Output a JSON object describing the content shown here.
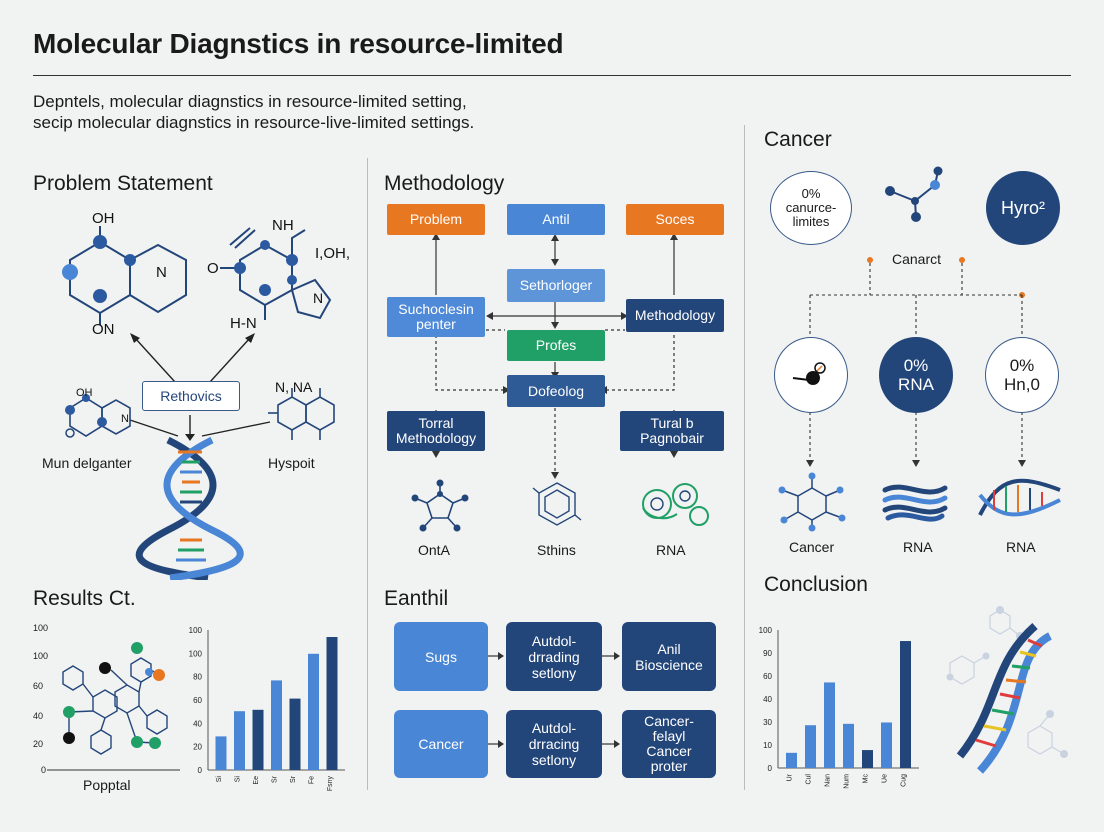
{
  "title": "Molecular Diagnstics in resource-limited",
  "subtitle": [
    "Depntels, molecular diagnstics in resource-limited setting,",
    "secip molecular diagnstics in resource-live-limited settings."
  ],
  "colors": {
    "orange": "#e87722",
    "blue": "#4a86d6",
    "navy": "#23467a",
    "green": "#20a067"
  },
  "problem": {
    "heading": "Problem Statement",
    "mol1": {
      "top": "OH",
      "bottom": "ON",
      "right": "N"
    },
    "mol2": {
      "nh": "NH",
      "oh": "I,OH,",
      "o": "O",
      "hn": "H-N",
      "n": "N"
    },
    "center_box": "Rethovics",
    "mol3_top": "OH",
    "mol3_right": "N",
    "mol4_top": "N, NA",
    "left_label": "Mun delganter",
    "right_label": "Hyspoit"
  },
  "methodology": {
    "heading": "Methodology",
    "box_problem": "Problem",
    "box_antil": "Antil",
    "box_soces": "Soces",
    "box_sethorloger": "Sethorloger",
    "box_suchoclesin": [
      "Suchoclesin",
      "penter"
    ],
    "box_methodology": "Methodology",
    "box_profes": "Profes",
    "box_dofeolog": "Dofeolog",
    "box_torral": [
      "Torral",
      "Methodology"
    ],
    "box_turalb": [
      "Tural b",
      "Pagnobair"
    ],
    "icon_labels": [
      "OntA",
      "Sthins",
      "RNA"
    ]
  },
  "cancer": {
    "heading": "Cancer",
    "circle1": [
      "0%",
      "canurce-",
      "limites"
    ],
    "circle3": "Hyro²",
    "canarct": "Canarct",
    "circle_mid": [
      "0%",
      "RNA"
    ],
    "circle_right": [
      "0%",
      "Hn,0"
    ],
    "icon_labels": [
      "Cancer",
      "RNA",
      "RNA"
    ]
  },
  "results": {
    "heading": "Results Ct.",
    "left_ticks": [
      "100",
      "100",
      "60",
      "40",
      "20",
      "0"
    ],
    "left_label": "Popptal"
  },
  "eanthil": {
    "heading": "Eanthil",
    "box_sugs": "Sugs",
    "box_autdol1": [
      "Autdol-",
      "drrading",
      "setlony"
    ],
    "box_anil": [
      "Anil",
      "Bioscience"
    ],
    "box_cancer": "Cancer",
    "box_autdol2": [
      "Autdol-",
      "drracing",
      "setlony"
    ],
    "box_cancer2": [
      "Cancer-",
      "felayl",
      "Cancer",
      "proter"
    ]
  },
  "conclusion": {
    "heading": "Conclusion"
  },
  "chart_data": [
    {
      "type": "bar",
      "categories": [
        "Si",
        "Si",
        "Ee",
        "Sr",
        "Sr",
        "Fe",
        "Fsny"
      ],
      "values": [
        24,
        42,
        43,
        64,
        51,
        83,
        95
      ],
      "yticks": [
        "100",
        "100",
        "80",
        "60",
        "40",
        "20",
        "0"
      ],
      "ylim": [
        0,
        100
      ],
      "colors": [
        "#4a86d6",
        "#4a86d6",
        "#23467a",
        "#4a86d6",
        "#23467a",
        "#4a86d6",
        "#23467a"
      ]
    },
    {
      "type": "bar",
      "categories": [
        "Ur",
        "Cul",
        "Nan",
        "Num",
        "Mc",
        "Ue",
        "Cug"
      ],
      "values": [
        11,
        31,
        62,
        32,
        13,
        33,
        92
      ],
      "yticks": [
        "100",
        "90",
        "60",
        "40",
        "30",
        "10",
        "0"
      ],
      "ylim": [
        0,
        100
      ],
      "colors": [
        "#4a86d6",
        "#4a86d6",
        "#4a86d6",
        "#4a86d6",
        "#23467a",
        "#4a86d6",
        "#23467a"
      ]
    }
  ]
}
